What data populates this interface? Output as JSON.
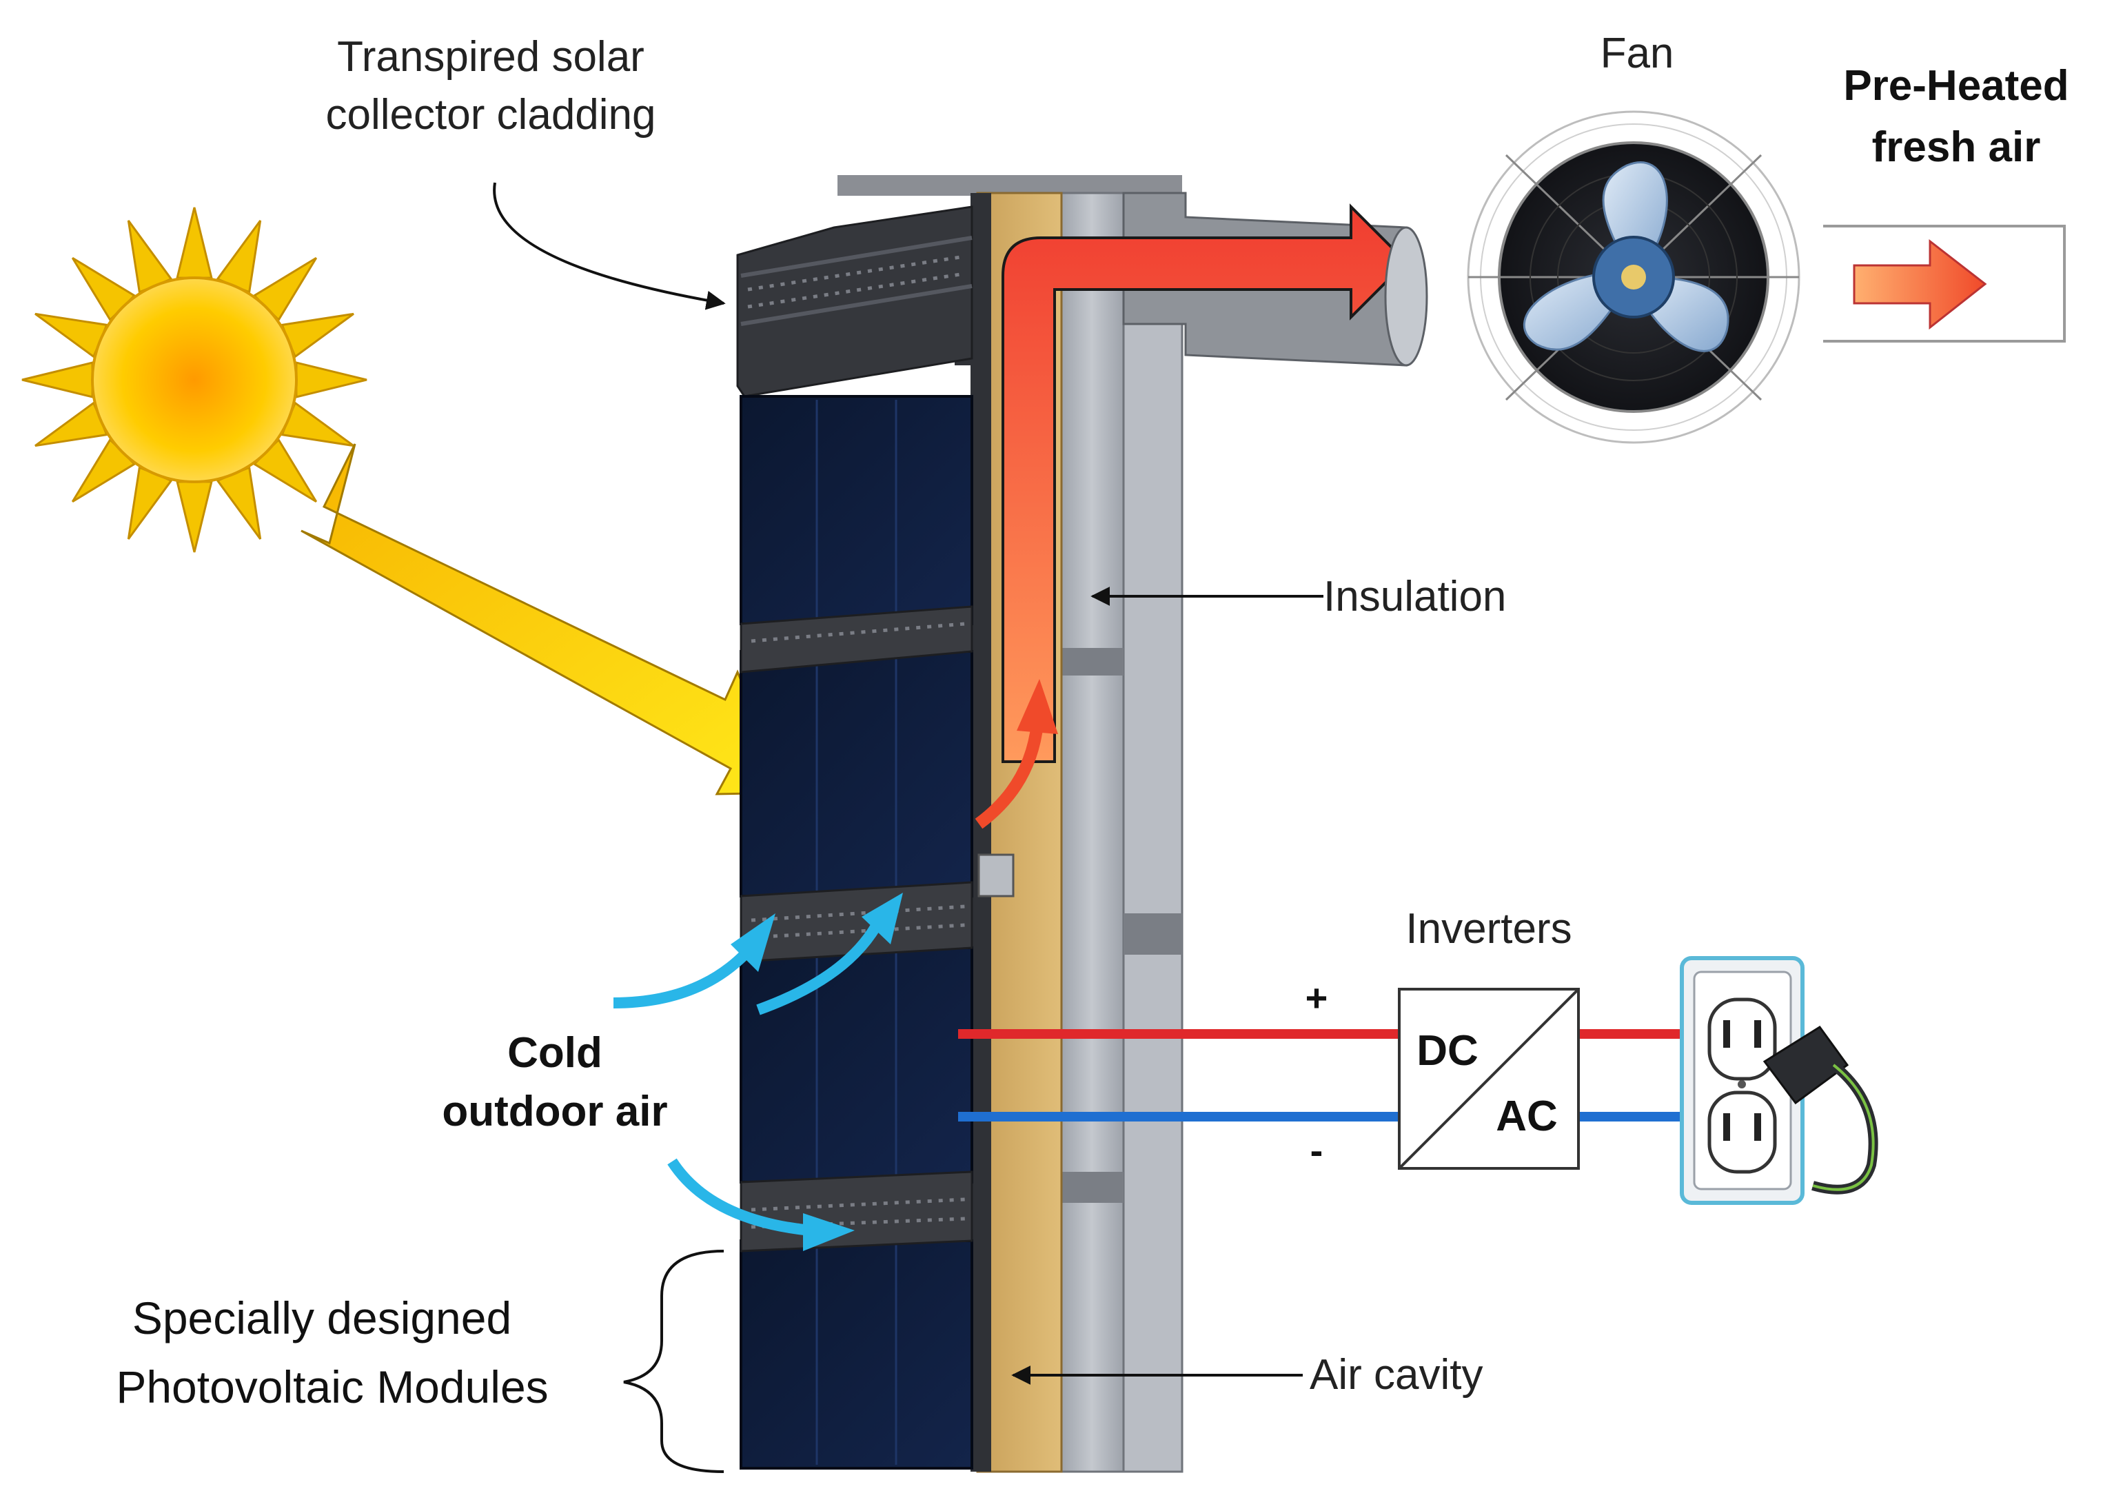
{
  "labels": {
    "cladding": [
      "Transpired solar",
      "collector cladding"
    ],
    "fan": "Fan",
    "preheated": [
      "Pre-Heated",
      "fresh air"
    ],
    "insulation": "Insulation",
    "inverters": "Inverters",
    "plus": "+",
    "minus": "-",
    "dc": "DC",
    "ac": "AC",
    "cold_air": [
      "Cold",
      "outdoor air"
    ],
    "pv_modules": [
      "Specially designed",
      "Photovoltaic Modules"
    ],
    "air_cavity": "Air cavity"
  },
  "colors": {
    "sun": "#f5c400",
    "sun_ray": "#ffd21a",
    "cladding_dark": "#3b3d42",
    "pv_panel": "#0d1a33",
    "air_cavity": "#d9b46e",
    "insulation": "#a9adb5",
    "hot_air": "#f04a3a",
    "cold_air": "#29b6e8",
    "dc_positive": "#e0282b",
    "dc_negative": "#1f6fd1"
  }
}
